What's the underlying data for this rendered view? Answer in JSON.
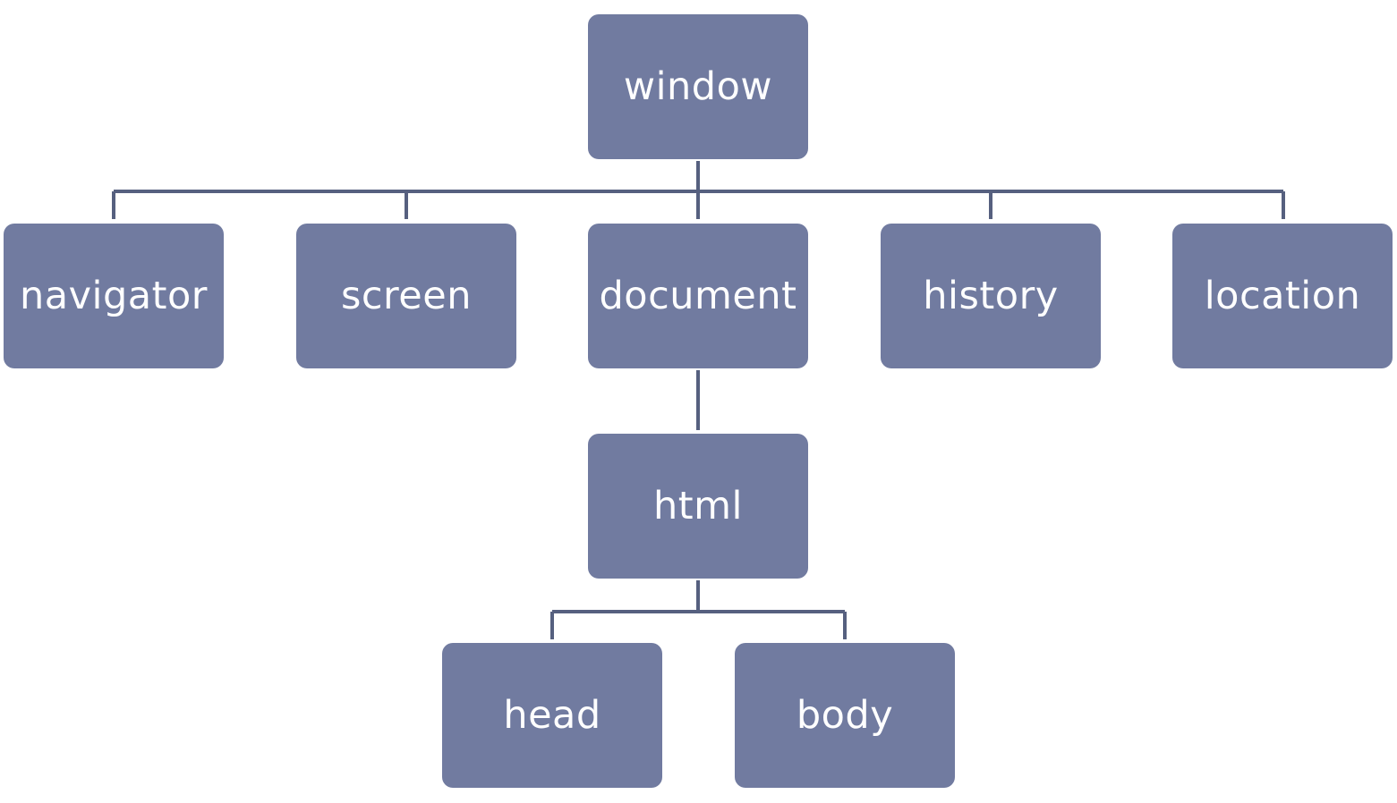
{
  "diagram": {
    "colors": {
      "node_fill": "#717ba0",
      "node_text": "#ffffff",
      "connector": "#56607f",
      "background": "#ffffff"
    },
    "nodes": {
      "window": "window",
      "navigator": "navigator",
      "screen": "screen",
      "document": "document",
      "history": "history",
      "location": "location",
      "html": "html",
      "head": "head",
      "body": "body"
    },
    "edges": [
      [
        "window",
        "navigator"
      ],
      [
        "window",
        "screen"
      ],
      [
        "window",
        "document"
      ],
      [
        "window",
        "history"
      ],
      [
        "window",
        "location"
      ],
      [
        "document",
        "html"
      ],
      [
        "html",
        "head"
      ],
      [
        "html",
        "body"
      ]
    ]
  }
}
